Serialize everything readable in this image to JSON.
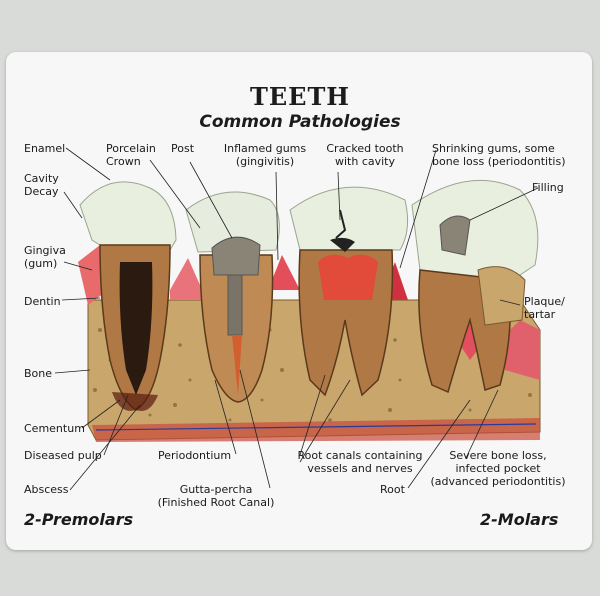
{
  "title": "TEETH",
  "subtitle": "Common Pathologies",
  "labels": {
    "enamel": "Enamel",
    "cavity_decay": "Cavity\nDecay",
    "gingiva": "Gingiva\n(gum)",
    "dentin": "Dentin",
    "bone": "Bone",
    "cementum": "Cementum",
    "diseased_pulp": "Diseased pulp",
    "abscess": "Abscess",
    "porcelain_crown": "Porcelain\nCrown",
    "post": "Post",
    "inflamed_gums": "Inflamed gums\n(gingivitis)",
    "cracked_tooth": "Cracked tooth\nwith cavity",
    "shrinking_gums": "Shrinking gums, some\nbone loss (periodontitis)",
    "filling": "Filling",
    "plaque_tartar": "Plaque/\ntartar",
    "periodontium": "Periodontium",
    "gutta_percha": "Gutta-percha\n(Finished Root Canal)",
    "root_canals": "Root canals containing\nvessels and nerves",
    "root": "Root",
    "severe_bone_loss": "Severe bone loss,\ninfected pocket\n(advanced periodontitis)"
  },
  "footer": {
    "left": "2-Premolars",
    "right": "2-Molars"
  }
}
